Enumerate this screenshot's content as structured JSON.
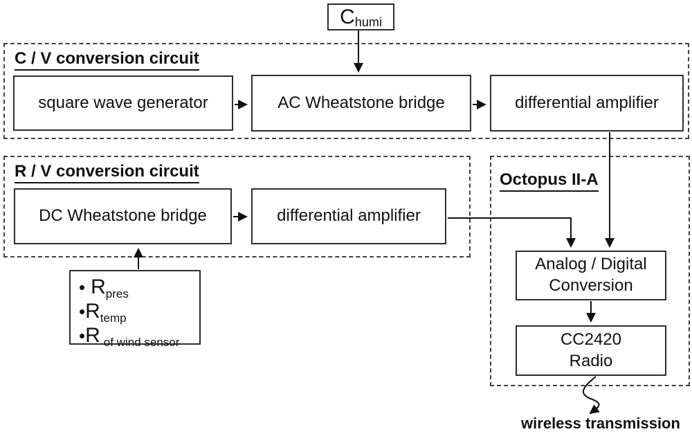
{
  "diagram": {
    "chumi_box": {
      "symbol": "C",
      "subscript": "humi"
    },
    "cv_section": {
      "title": "C / V conversion circuit",
      "square_wave_generator": "square wave generator",
      "ac_wheatstone_bridge": "AC Wheatstone bridge",
      "differential_amplifier": "differential amplifier"
    },
    "rv_section": {
      "title": "R / V conversion circuit",
      "dc_wheatstone_bridge": "DC Wheatstone bridge",
      "differential_amplifier": "differential amplifier"
    },
    "sensor_list": {
      "items": [
        {
          "bullet": "•",
          "symbol": "R",
          "subscript": "pres"
        },
        {
          "bullet": "•",
          "symbol": "R",
          "subscript": "temp"
        },
        {
          "bullet": "•",
          "symbol": "R",
          "subscript": "of wind sensor"
        }
      ]
    },
    "octopus_section": {
      "title": "Octopus II-A",
      "adc_line1": "Analog / Digital",
      "adc_line2": "Conversion",
      "radio_line1": "CC2420",
      "radio_line2": "Radio"
    },
    "wireless_label": "wireless transmission"
  },
  "colors": {
    "background": "#ffffff",
    "box_border": "#2d2d2d",
    "dashed_border": "#3f3f3f",
    "line": "#111111"
  }
}
